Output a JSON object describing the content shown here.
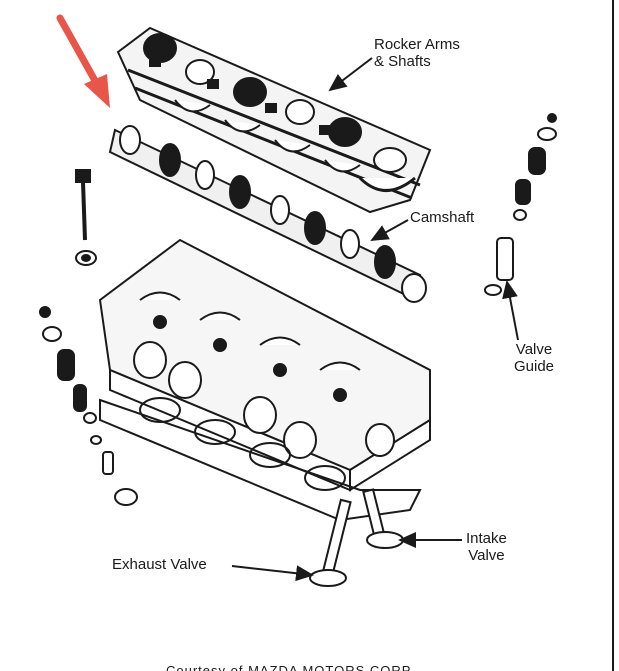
{
  "labels": {
    "rocker_arms": "Rocker Arms\n& Shafts",
    "camshaft": "Camshaft",
    "valve_guide": "Valve\nGuide",
    "exhaust_valve": "Exhaust Valve",
    "intake_valve": "Intake\nValve"
  },
  "caption": "Courtesy of MAZDA MOTORS CORP.",
  "colors": {
    "arrow": "#e8564a",
    "ink": "#1a1a1a"
  }
}
